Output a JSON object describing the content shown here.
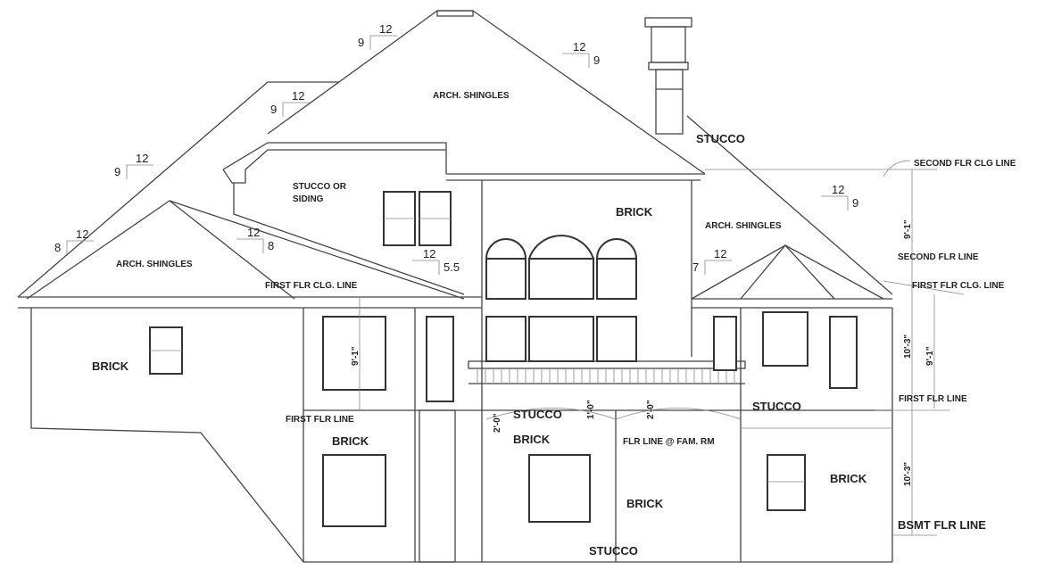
{
  "labels": {
    "arch_shingles_main": "ARCH. SHINGLES",
    "arch_shingles_left": "ARCH. SHINGLES",
    "arch_shingles_right": "ARCH. SHINGLES",
    "stucco_chimney": "STUCCO",
    "stucco_or_siding": "STUCCO OR",
    "siding": "SIDING",
    "brick_tower": "BRICK",
    "brick_left_wing": "BRICK",
    "brick_lower_left": "BRICK",
    "brick_center": "BRICK",
    "brick_bottom_center": "BRICK",
    "brick_right": "BRICK",
    "stucco_deck": "STUCCO",
    "stucco_right": "STUCCO",
    "stucco_bottom": "STUCCO",
    "flr_line_fam_rm": "FLR LINE @ FAM. RM",
    "first_flr_clg_left": "FIRST FLR CLG. LINE",
    "first_flr_line_left": "FIRST FLR LINE",
    "second_flr_clg_line": "SECOND FLR CLG LINE",
    "second_flr_line": "SECOND FLR LINE",
    "first_flr_clg_right": "FIRST FLR CLG. LINE",
    "first_flr_line_right": "FIRST FLR LINE",
    "bsmt_flr_line": "BSMT FLR LINE"
  },
  "dimensions": {
    "left_wall": "9'-1\"",
    "right_upper": "9'-1\"",
    "right_mid_a": "10'-3\"",
    "right_mid_b": "9'-1\"",
    "right_lower": "10'-3\"",
    "deck_a": "2'-0\"",
    "deck_b": "1'-0\"",
    "deck_c": "2'-0\""
  },
  "pitches": [
    {
      "run": "12",
      "rise": "9"
    },
    {
      "run": "12",
      "rise": "9"
    },
    {
      "run": "12",
      "rise": "9"
    },
    {
      "run": "12",
      "rise": "9"
    },
    {
      "run": "12",
      "rise": "8"
    },
    {
      "run": "12",
      "rise": "8"
    },
    {
      "run": "12",
      "rise": "5.5"
    },
    {
      "run": "12",
      "rise": "9"
    },
    {
      "run": "12",
      "rise": "7"
    }
  ]
}
